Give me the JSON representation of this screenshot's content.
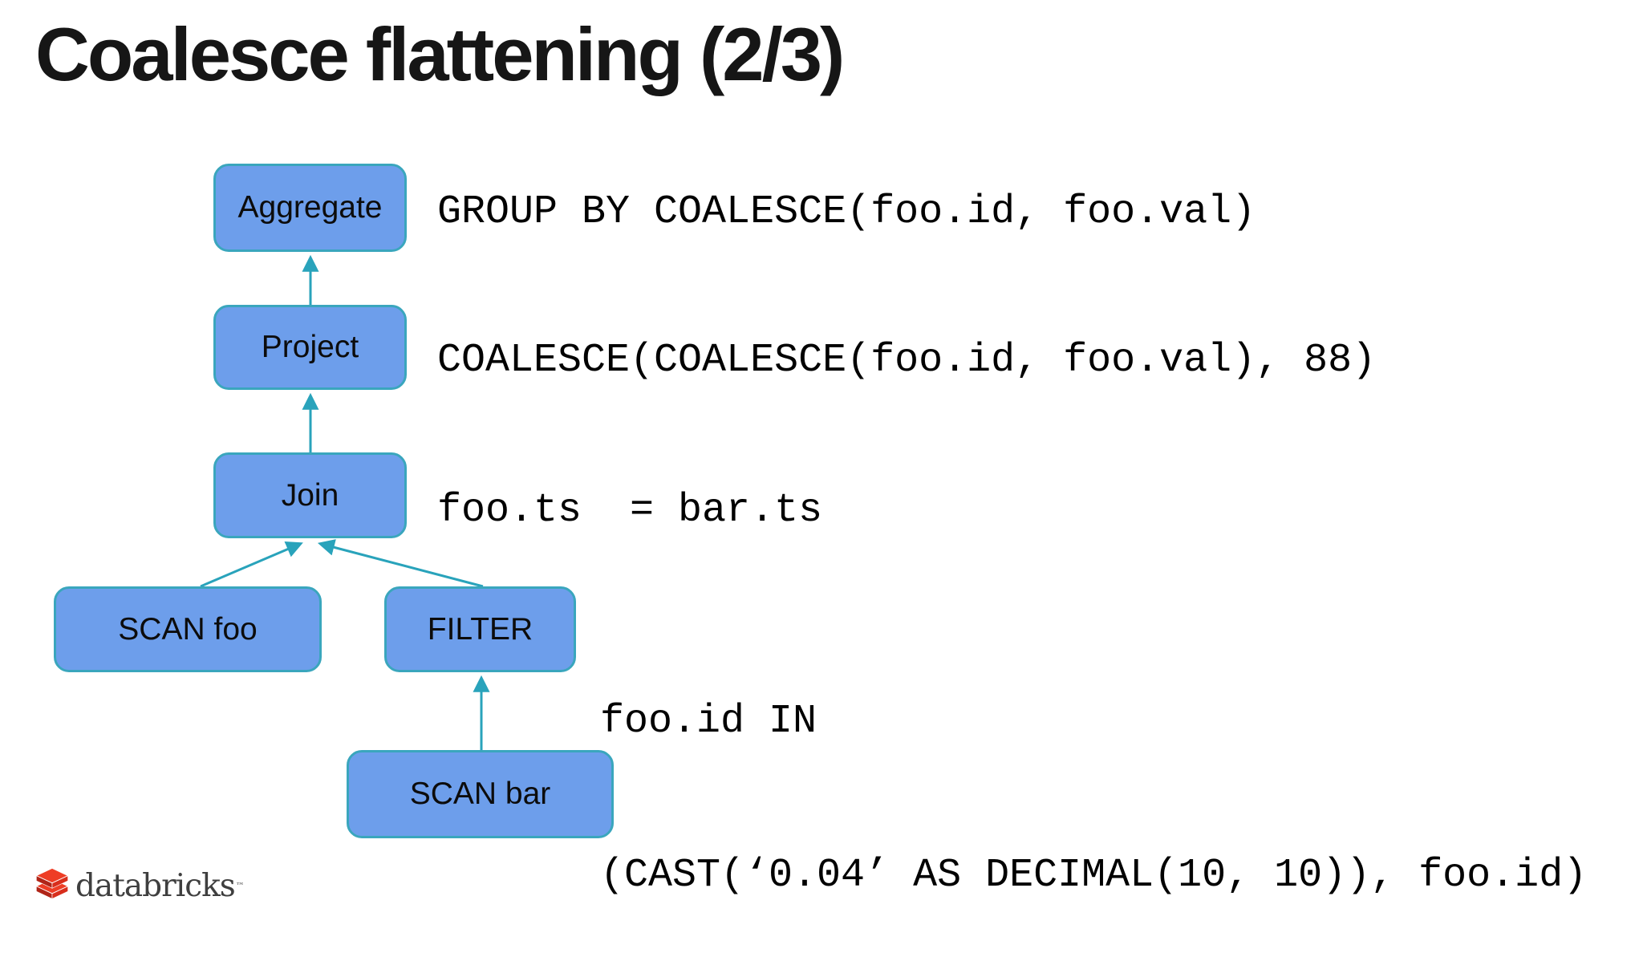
{
  "title": "Coalesce flattening (2/3)",
  "diagram": {
    "nodes": {
      "aggregate": {
        "label": "Aggregate"
      },
      "project": {
        "label": "Project"
      },
      "join": {
        "label": "Join"
      },
      "scan_foo": {
        "label": "SCAN foo"
      },
      "filter": {
        "label": "FILTER"
      },
      "scan_bar": {
        "label": "SCAN bar"
      }
    },
    "edges": [
      {
        "from": "project",
        "to": "aggregate"
      },
      {
        "from": "join",
        "to": "project"
      },
      {
        "from": "scan_foo",
        "to": "join"
      },
      {
        "from": "filter",
        "to": "join"
      },
      {
        "from": "scan_bar",
        "to": "filter"
      }
    ]
  },
  "annotations": {
    "aggregate": "GROUP BY COALESCE(foo.id, foo.val)",
    "project": "COALESCE(COALESCE(foo.id, foo.val), 88)",
    "join": "foo.ts  = bar.ts",
    "filter_line1": "foo.id IN",
    "filter_line2": "(CAST(‘0.04’ AS DECIMAL(10, 10)), foo.id)"
  },
  "colors": {
    "node_fill": "#6d9eeb",
    "node_border": "#3aa6bd",
    "arrow": "#29a3bb",
    "code_text": "#000000",
    "title_text": "#161616",
    "logo_red": "#ee3d25",
    "logo_red_dark": "#b02518",
    "logo_text": "#3f3f3f"
  },
  "logo": {
    "brand": "databricks",
    "trademark": "™"
  }
}
